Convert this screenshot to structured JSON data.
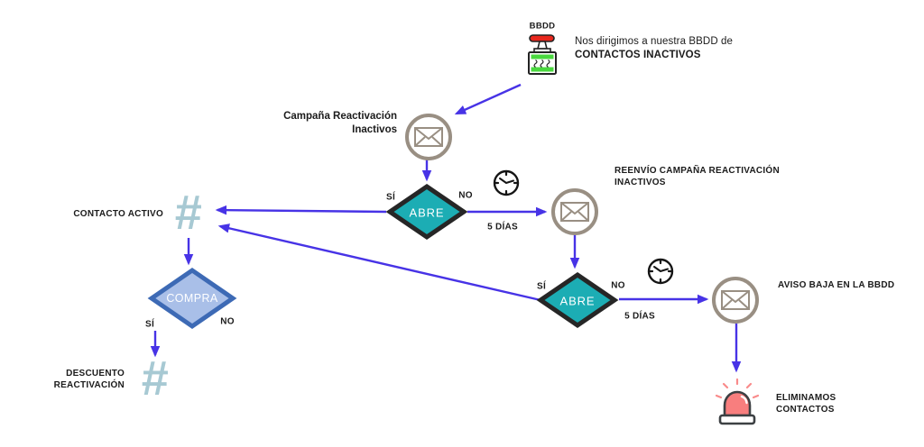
{
  "colors": {
    "arrow": "#4733e6",
    "decision_fill": "#1cadb4",
    "decision_border": "#262626",
    "compra_fill": "#a9bfe8",
    "compra_border": "#3d6ab5",
    "hash_symbol": "#a7c9d3",
    "envelope_circle": "#998f83",
    "alarm_red": "#f87e7e",
    "bbdd_red": "#e8271d",
    "bbdd_green": "#49d83e",
    "text": "#1b1b1b"
  },
  "icons": {
    "bbdd": "detonator-icon",
    "email": "envelope-icon",
    "wait": "clock-icon",
    "alert": "siren-icon",
    "contact": "hash-symbol"
  },
  "nodes": {
    "bbdd": {
      "caption": "BBDD",
      "desc1": "Nos dirigimos a nuestra BBDD de",
      "desc2": "CONTACTOS INACTIVOS"
    },
    "campaign": {
      "line1": "Campaña Reactivación",
      "line2": "Inactivos"
    },
    "abre1": {
      "label": "ABRE",
      "yes": "SÍ",
      "no": "NO"
    },
    "wait1": {
      "label": "5 DÍAS"
    },
    "resend": {
      "line1": "REENVÍO CAMPAÑA REACTIVACIÓN",
      "line2": "INACTIVOS"
    },
    "contact": {
      "label": "CONTACTO ACTIVO",
      "symbol": "#"
    },
    "compra": {
      "label": "COMPRA",
      "yes": "SÍ",
      "no": "NO"
    },
    "discount": {
      "line1": "DESCUENTO",
      "line2": "REACTIVACIÓN",
      "symbol": "#"
    },
    "abre2": {
      "label": "ABRE",
      "yes": "SÍ",
      "no": "NO"
    },
    "wait2": {
      "label": "5 DÍAS"
    },
    "aviso": {
      "label": "AVISO BAJA EN LA BBDD"
    },
    "eliminate": {
      "line1": "ELIMINAMOS",
      "line2": "CONTACTOS"
    }
  }
}
